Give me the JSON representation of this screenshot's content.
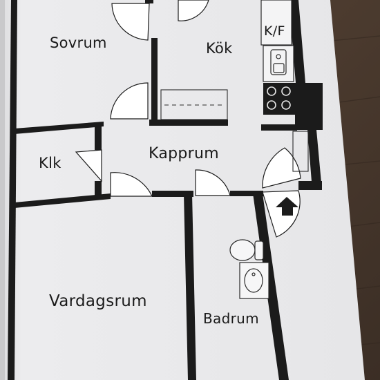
{
  "floor_plan": {
    "rooms": {
      "sovrum": "Sovrum",
      "kok": "Kök",
      "kf": "K/F",
      "klk": "Klk",
      "kapprum": "Kapprum",
      "vardagsrum": "Vardagsrum",
      "badrum": "Badrum"
    },
    "entrance_arrow": "arrow-up-icon"
  },
  "colors": {
    "paper": "#ececee",
    "wall": "#1b1b1b",
    "table": "#4a3a2e",
    "fixture_line": "#2a2a2a"
  }
}
